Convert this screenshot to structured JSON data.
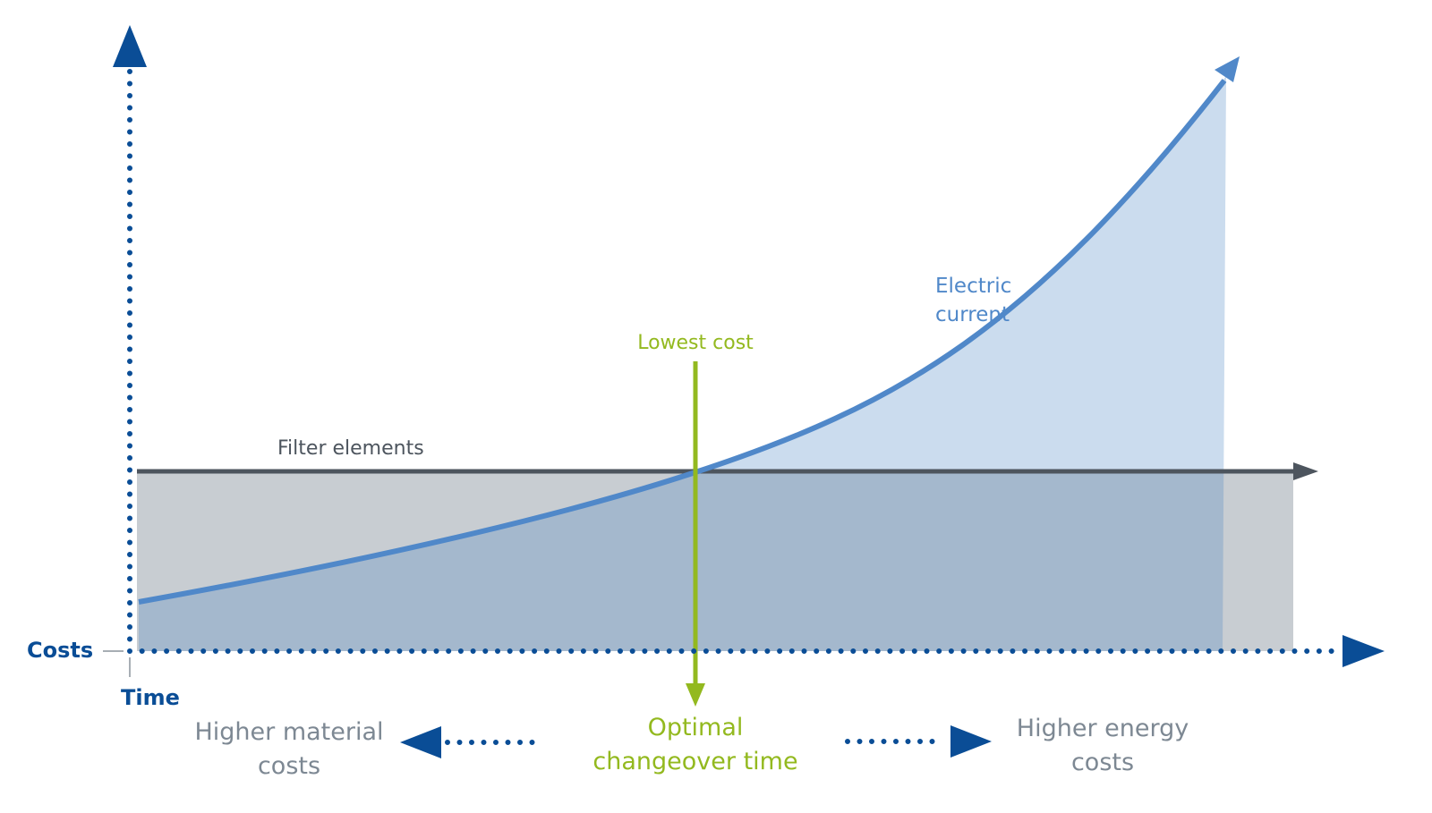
{
  "axes": {
    "y_label": "Costs",
    "x_label": "Time"
  },
  "series": {
    "filter_elements": "Filter elements",
    "electric_current": [
      "Electric",
      "current"
    ]
  },
  "marker": {
    "lowest_cost": "Lowest cost"
  },
  "bottom": {
    "left": [
      "Higher material",
      "costs"
    ],
    "center": [
      "Optimal",
      "changeover time"
    ],
    "right": [
      "Higher energy",
      "costs"
    ]
  },
  "colors": {
    "axis": "#0a4d96",
    "curve": "#5088c9",
    "curve_fill": "#cbdcee",
    "filter_line": "#4d555e",
    "filter_fill": "#c8cdd2",
    "overlap_fill": "#a4b8cd",
    "optimal": "#93b91f",
    "muted_text": "#7d8893"
  }
}
